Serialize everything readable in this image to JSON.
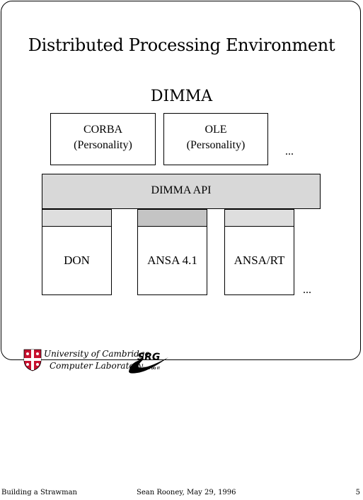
{
  "slide": {
    "title": "Distributed Processing Environment",
    "subtitle": "DIMMA"
  },
  "personalities": [
    {
      "name": "CORBA",
      "role": "(Personality)"
    },
    {
      "name": "OLE",
      "role": "(Personality)"
    }
  ],
  "ellipsis": "...",
  "api_label": "DIMMA API",
  "implementations": [
    "DON",
    "ANSA 4.1",
    "ANSA/RT"
  ],
  "logo": {
    "university": "University of Cambridge",
    "lab": "Computer Laboratory",
    "srg": "SRG",
    "slogan": "JUST DO IT"
  },
  "footer": {
    "left": "Building a Strawman",
    "center": "Sean Rooney, May 29, 1996",
    "right": "5"
  },
  "colors": {
    "api_fill": "#d8d8d8",
    "cap_fill_light": "#dedede",
    "cap_fill_dark": "#c4c4c4",
    "shield_red": "#c8102e"
  }
}
